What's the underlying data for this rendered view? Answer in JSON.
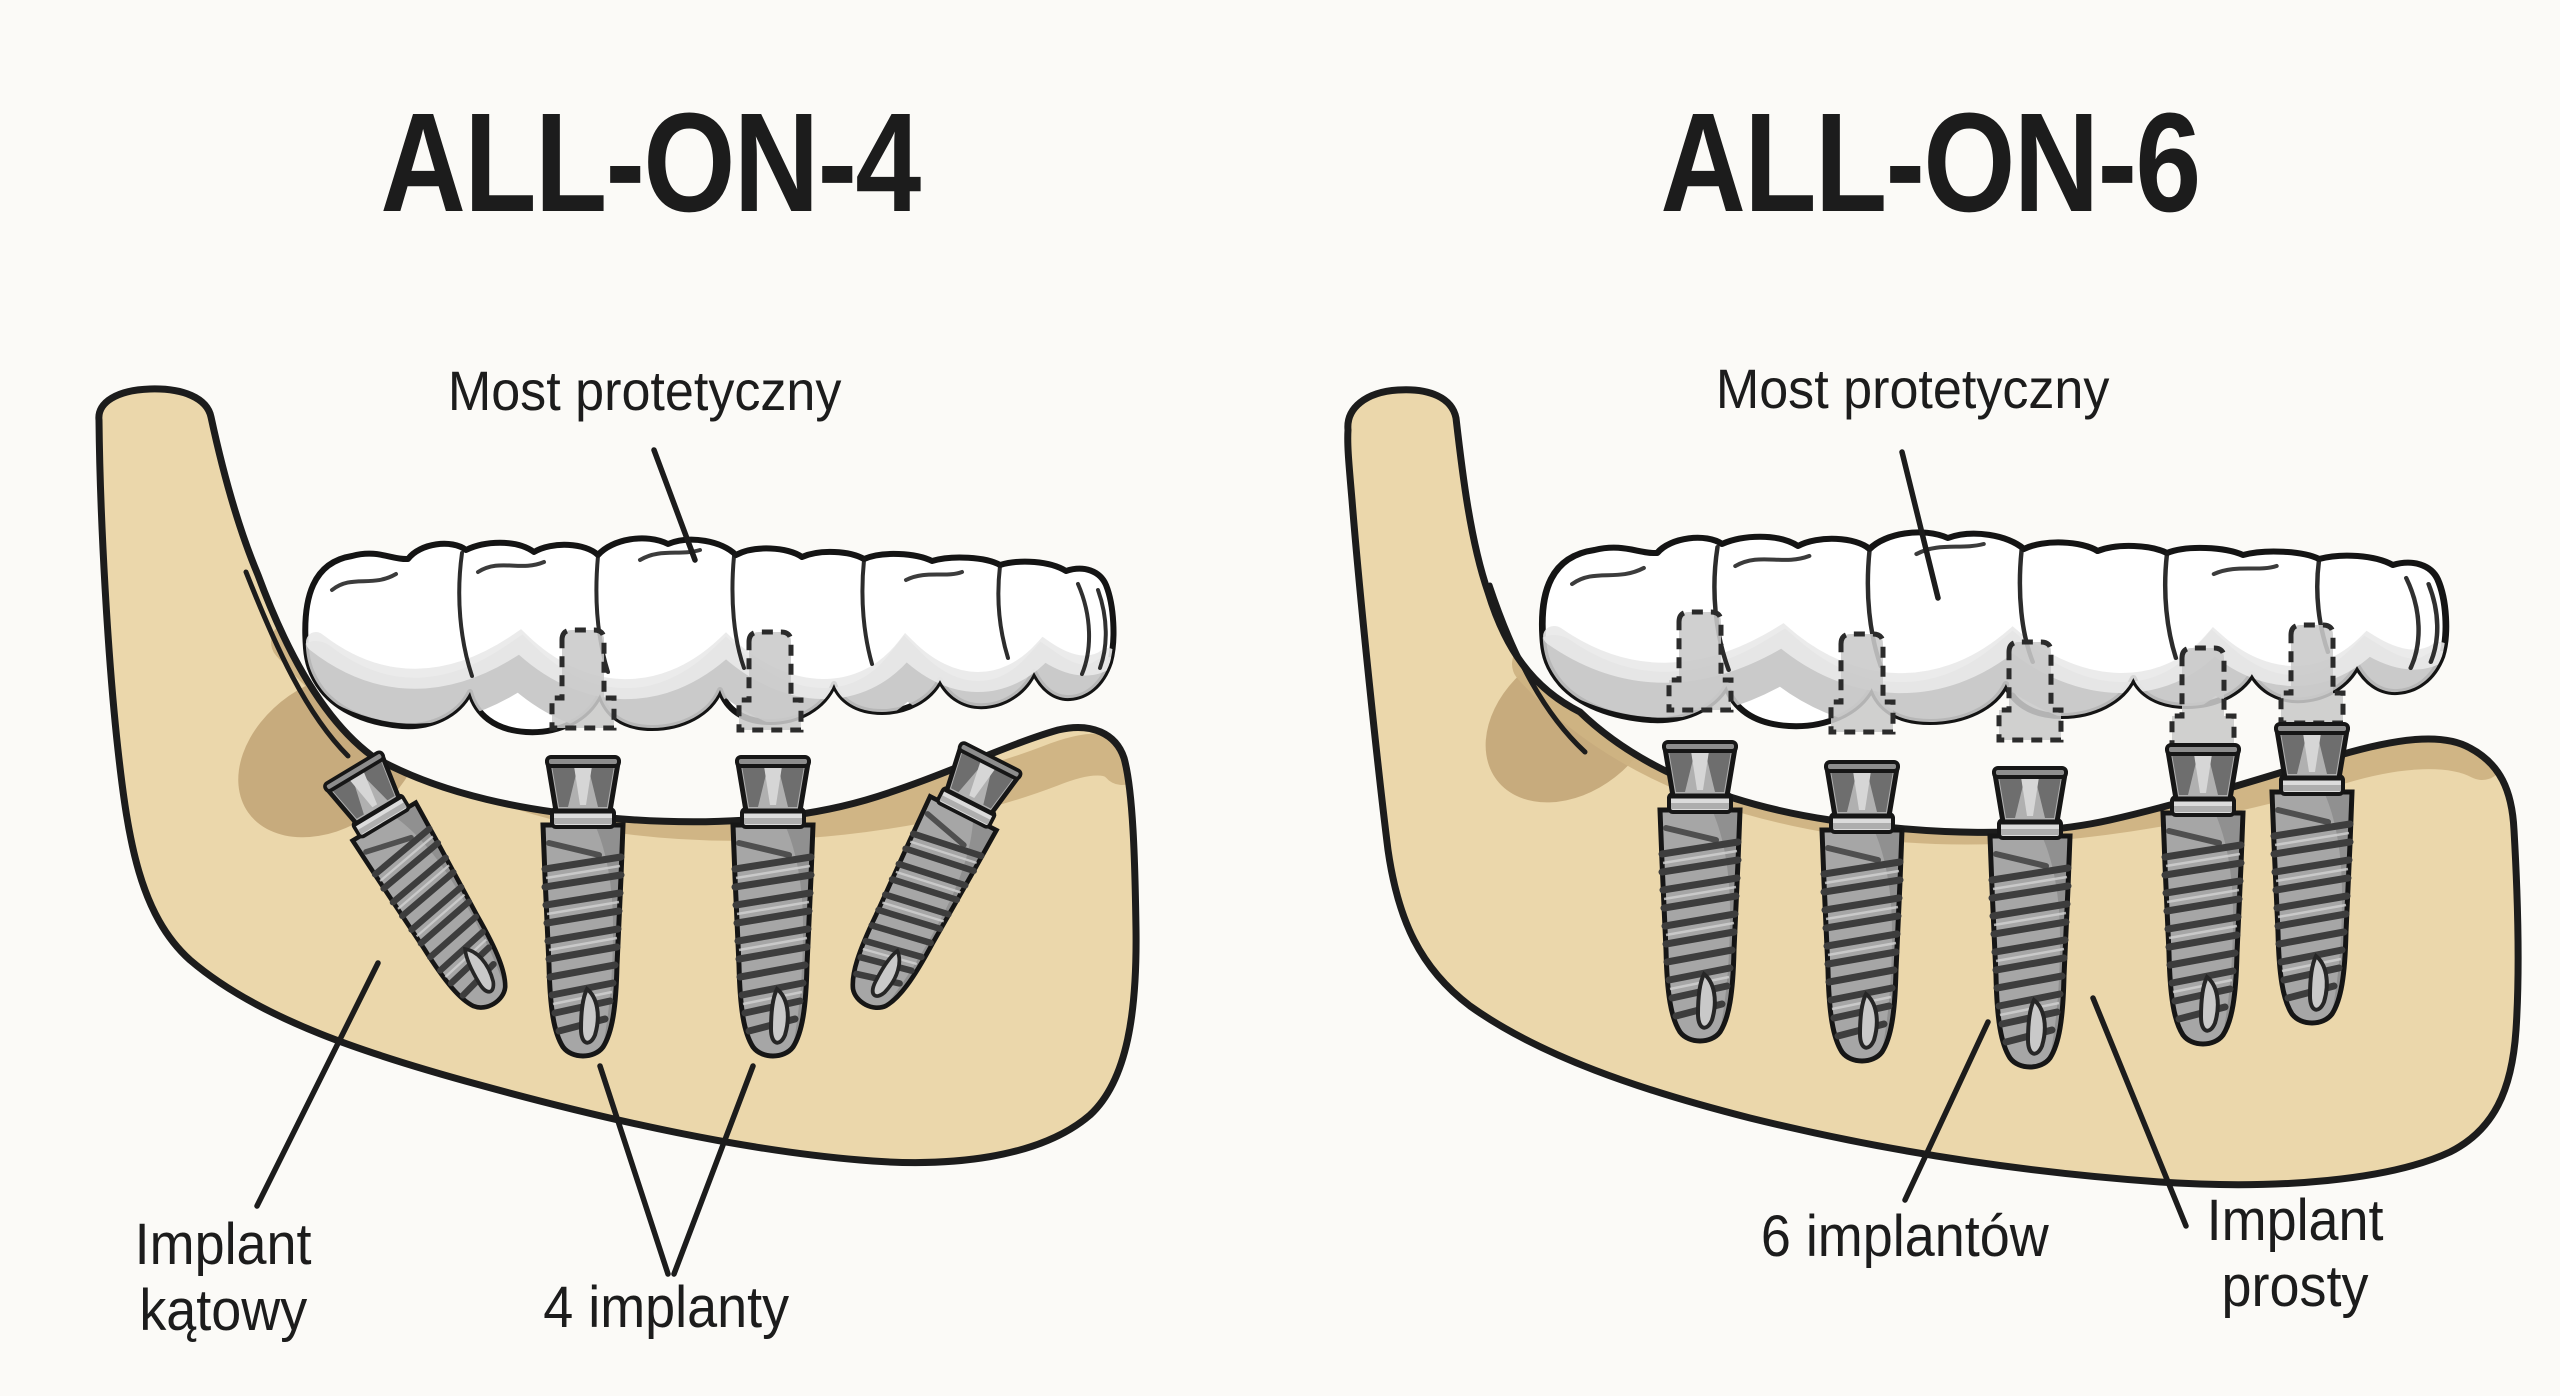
{
  "page": {
    "background": "#fbfaf7",
    "ink": "#1c1c1c"
  },
  "colors": {
    "bone": "#ebd7ab",
    "bone_shadow": "#cfb383",
    "bone_deep_shadow": "#c3a678",
    "outline": "#1c1c1c",
    "tooth": "#ffffff",
    "tooth_shadow": "#c6c6c6",
    "tooth_shadow_light": "#e9e9e9",
    "metal": "#a6a6a6",
    "metal_dark": "#6e6e6e",
    "metal_light": "#dcdcdc",
    "thread": "#3d3d3d"
  },
  "panels": [
    {
      "id": "all-on-4",
      "title": "ALL-ON-4",
      "bridge_label": "Most protetyczny",
      "implant_count_label": "4 implanty",
      "side_label_line1": "Implant",
      "side_label_line2": "kątowy",
      "implant_total": 4,
      "angled_implants": 2,
      "straight_implants": 2
    },
    {
      "id": "all-on-6",
      "title": "ALL-ON-6",
      "bridge_label": "Most protetyczny",
      "implant_count_label": "6 implantów",
      "side_label_line1": "Implant",
      "side_label_line2": "prosty",
      "implant_total": 6,
      "straight_implants": 6
    }
  ]
}
